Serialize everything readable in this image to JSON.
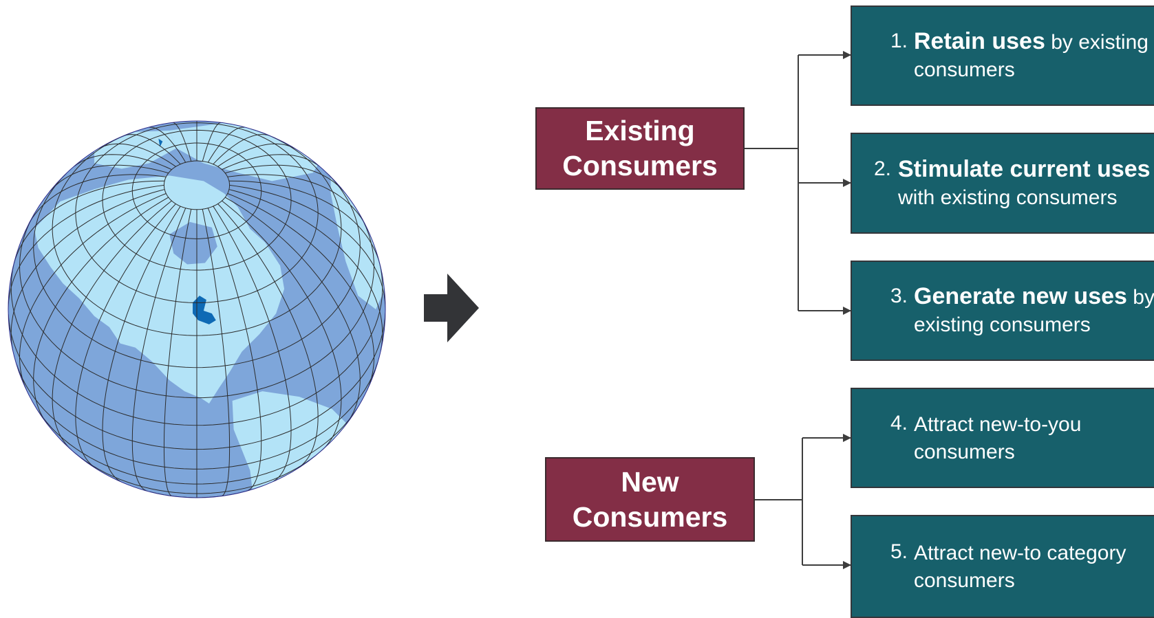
{
  "colors": {
    "group_box_bg": "#832e46",
    "strategy_box_bg": "#17606b",
    "ocean": "#7ea6da",
    "land": "#b3e3f7",
    "lakes": "#0e6ab5",
    "grid_lines": "#2b2b2b",
    "arrow": "#333437",
    "connector": "#3d3d3d"
  },
  "globe": {
    "icon": "globe-icon"
  },
  "transition_arrow": {
    "icon": "right-arrow-icon"
  },
  "groups": [
    {
      "id": "existing",
      "line1": "Existing",
      "line2": "Consumers"
    },
    {
      "id": "new",
      "line1": "New",
      "line2": "Consumers"
    }
  ],
  "strategies": [
    {
      "number": "1.",
      "bold": "Retain uses",
      "rest": " by existing consumers"
    },
    {
      "number": "2.",
      "bold": "Stimulate current uses",
      "rest": " with existing consumers"
    },
    {
      "number": "3.",
      "bold": "Generate new uses",
      "rest": " by existing consumers"
    },
    {
      "number": "4.",
      "bold": "",
      "rest": "Attract new-to-you consumers"
    },
    {
      "number": "5.",
      "bold": "",
      "rest": "Attract new-to category consumers"
    }
  ]
}
